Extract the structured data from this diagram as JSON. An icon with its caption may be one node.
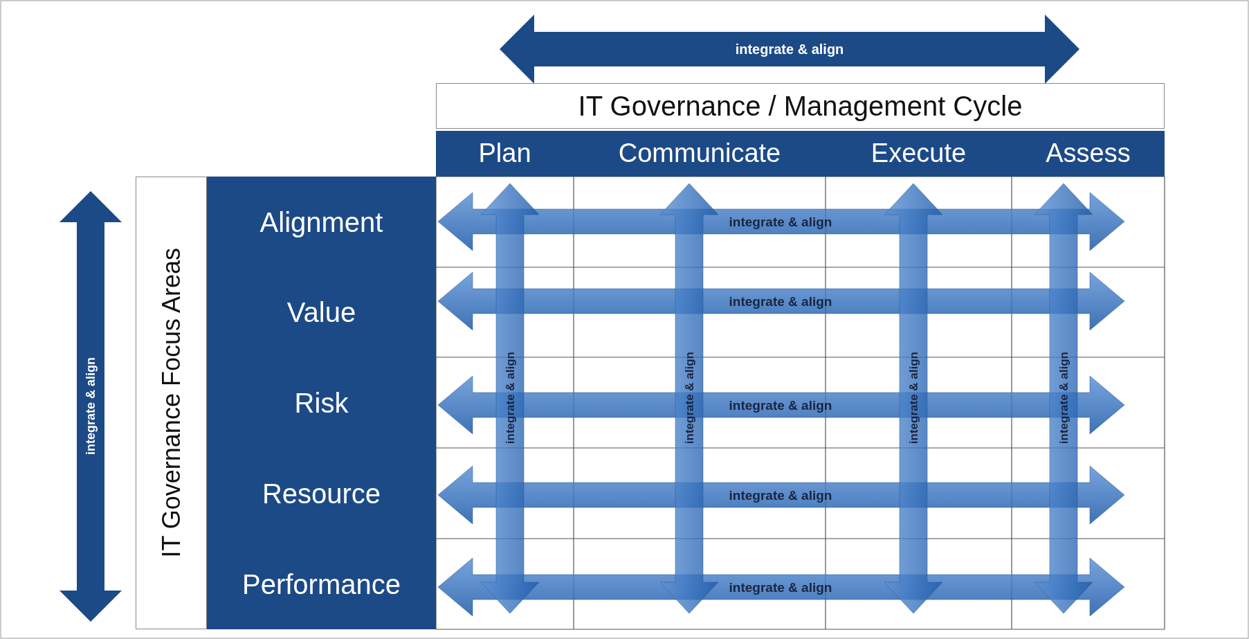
{
  "diagram": {
    "nodes": [
      {
        "text": [
          "IT Governance / Management Cycle"
        ]
      },
      {
        "text": [
          "Plan"
        ]
      },
      {
        "text": [
          "Communicate"
        ]
      },
      {
        "text": [
          "Execute"
        ]
      },
      {
        "text": [
          "Assess"
        ]
      },
      {
        "text": [
          "IT Governance Focus Areas"
        ]
      },
      {
        "text": [
          "Alignment"
        ]
      },
      {
        "text": [
          "Value"
        ]
      },
      {
        "text": [
          "Risk"
        ]
      },
      {
        "text": [
          "Resource"
        ]
      },
      {
        "text": [
          "Performance"
        ]
      }
    ],
    "edges": [],
    "labels": [
      "integrate & align",
      "integrate & align",
      "integrate & align",
      "integrate & align",
      "integrate & align",
      "integrate & align",
      "integrate & align",
      "integrate & align",
      "integrate & align",
      "integrate & align",
      "integrate & align"
    ]
  }
}
